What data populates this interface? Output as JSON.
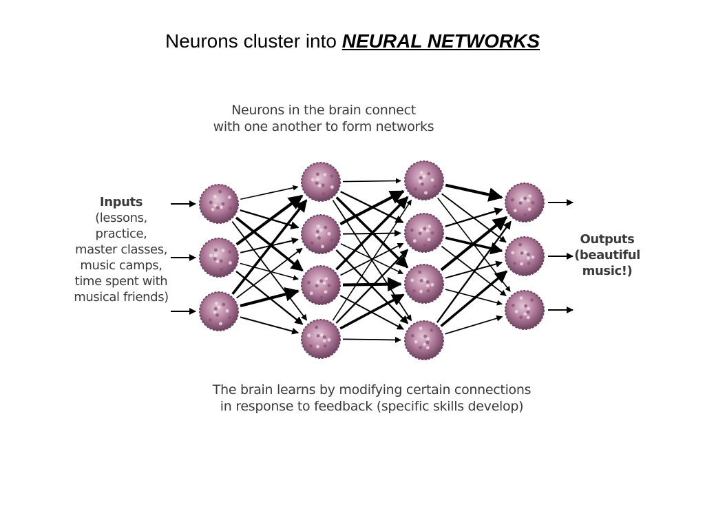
{
  "title": {
    "prefix": "Neurons cluster into ",
    "emphasis": "NEURAL NETWORKS "
  },
  "figure": {
    "caption_top": [
      "Neurons in the brain connect",
      "with one another to form networks"
    ],
    "caption_bottom": [
      "The brain learns by modifying certain connections",
      "in response to feedback (specific skills develop)"
    ],
    "inputs": {
      "heading": "Inputs",
      "lines": [
        "(lessons,",
        "practice,",
        "master classes,",
        "music camps,",
        "time spent with",
        "musical friends)"
      ]
    },
    "outputs": {
      "lines": [
        "Outputs",
        "(beautiful",
        "music!)"
      ]
    },
    "layers": [
      3,
      4,
      4,
      3
    ],
    "colors": {
      "neuron": "#b07a9a",
      "neuron_dark": "#6e4460",
      "arrow": "#000000",
      "text": "#3a3a3a"
    }
  }
}
